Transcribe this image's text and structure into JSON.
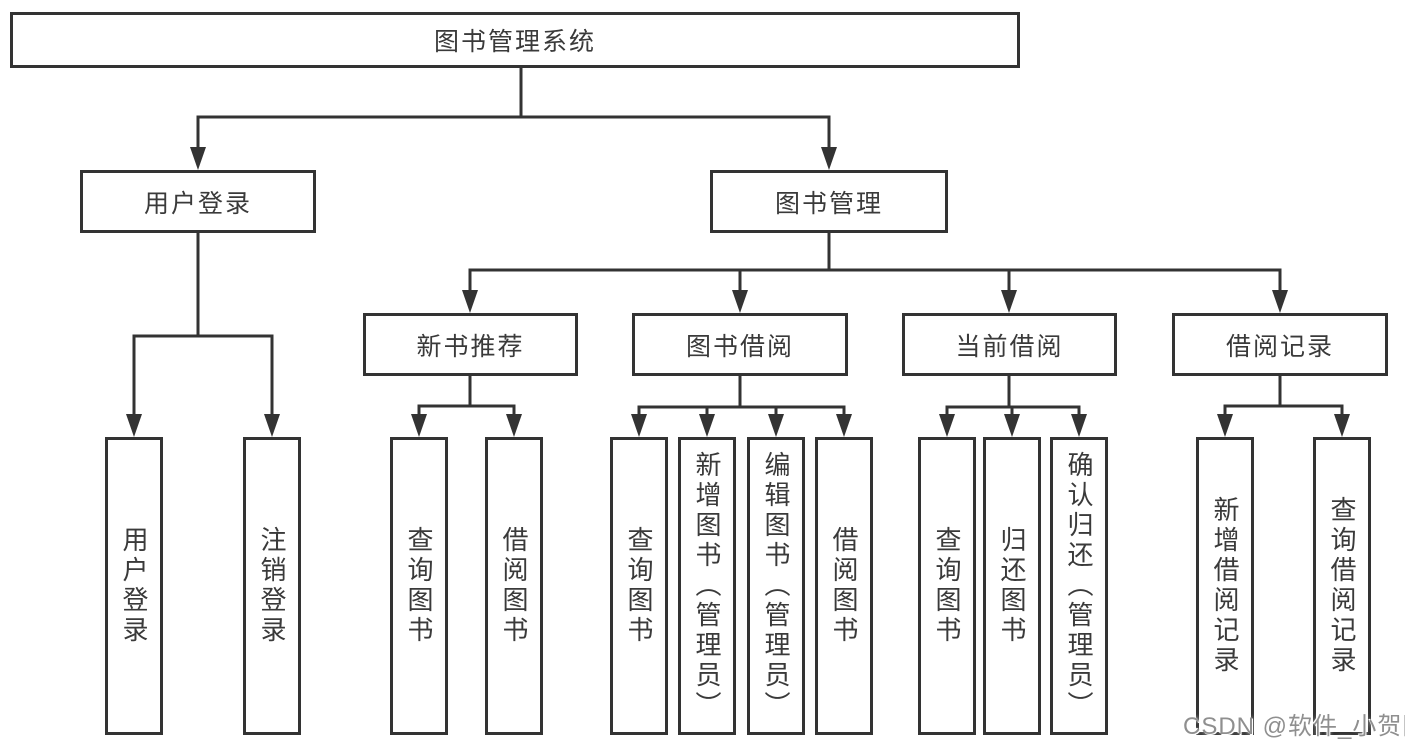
{
  "root": {
    "label": "图书管理系统"
  },
  "modules": {
    "user_login": {
      "label": "用户登录"
    },
    "book_mgmt": {
      "label": "图书管理"
    }
  },
  "submodules": {
    "new_book_rec": {
      "label": "新书推荐"
    },
    "book_borrow": {
      "label": "图书借阅"
    },
    "current_borrow": {
      "label": "当前借阅"
    },
    "borrow_records": {
      "label": "借阅记录"
    }
  },
  "functions": {
    "user_login": {
      "login": "用户登录",
      "logout": "注销登录"
    },
    "new_book_rec": {
      "query": "查询图书",
      "borrow": "借阅图书"
    },
    "book_borrow": {
      "query": "查询图书",
      "add": "新增图书（管理员）",
      "edit": "编辑图书（管理员）",
      "borrow": "借阅图书"
    },
    "current_borrow": {
      "query": "查询图书",
      "return": "归还图书",
      "confirm": "确认归还（管理员）"
    },
    "borrow_records": {
      "add": "新增借阅记录",
      "query": "查询借阅记录"
    }
  },
  "watermark": "CSDN @软件_小贺同学",
  "colors": {
    "line": "#333333",
    "text": "#3a3a3a",
    "background": "#ffffff",
    "watermark": "#8f8f8f"
  }
}
